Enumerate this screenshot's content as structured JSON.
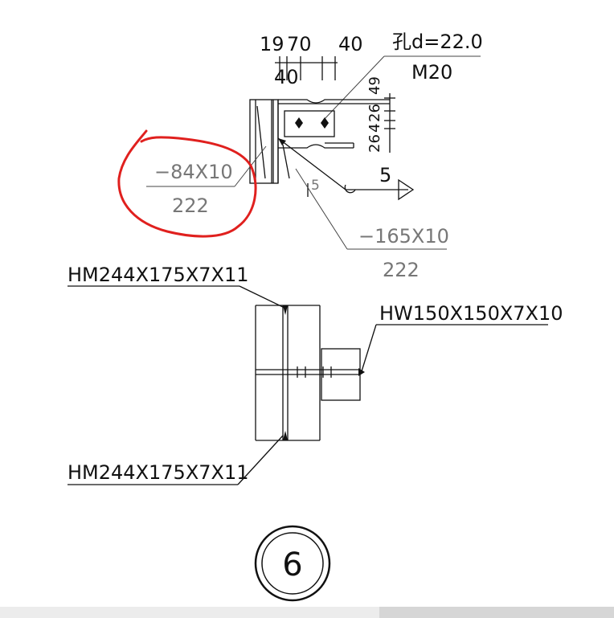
{
  "labels": {
    "dim_19": "19",
    "dim_70": "70",
    "dim_40_top": "40",
    "dim_40_small": "40",
    "dim_49": "49",
    "dim_26a": "26",
    "dim_26b": "26",
    "dim_4": "4",
    "hole_spec": "孔d=22.0",
    "bolt_spec": "M20",
    "plate_left_size": "−84X10",
    "plate_left_len": "222",
    "plate_right_size": "−165X10",
    "plate_right_len": "222",
    "weld_size": "5",
    "weld_small": "5",
    "beam_top": "HM244X175X7X11",
    "beam_right": "HW150X150X7X10",
    "beam_bottom": "HM244X175X7X11",
    "detail_number": "6"
  },
  "colors": {
    "line": "#111111",
    "annotation_red": "#e0201e",
    "gray_text": "#777777"
  }
}
